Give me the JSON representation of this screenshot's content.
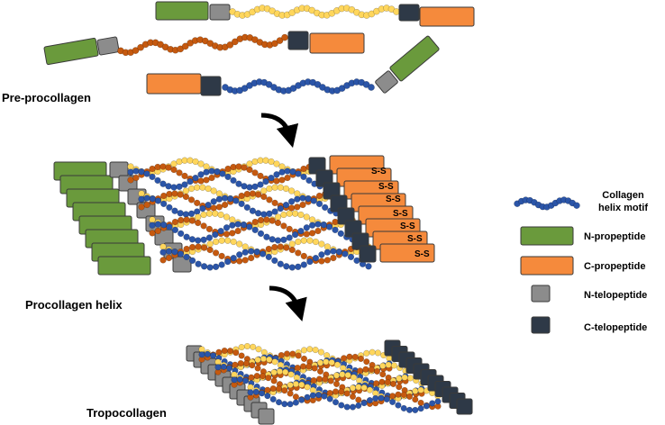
{
  "colors": {
    "n_propeptide": "#6a9a3c",
    "c_propeptide": "#f58a3c",
    "n_telopeptide": "#8c8c8c",
    "c_telopeptide": "#2e3947",
    "chain_yellow": "#ffd65c",
    "chain_orange": "#c5590f",
    "chain_blue": "#2b55a8"
  },
  "stages": {
    "pre_procollagen": "Pre-procollagen",
    "procollagen_helix": "Procollagen helix",
    "tropocollagen": "Tropocollagen"
  },
  "disulfide_label": "S-S",
  "legend": {
    "helix_motif": [
      "Collagen",
      "helix motif"
    ],
    "n_propeptide": "N-propeptide",
    "c_propeptide": "C-propeptide",
    "n_telopeptide": "N-telopeptide",
    "c_telopeptide": "C-telopeptide"
  },
  "icons": [
    "curved-arrow-icon",
    "curved-arrow-icon"
  ]
}
